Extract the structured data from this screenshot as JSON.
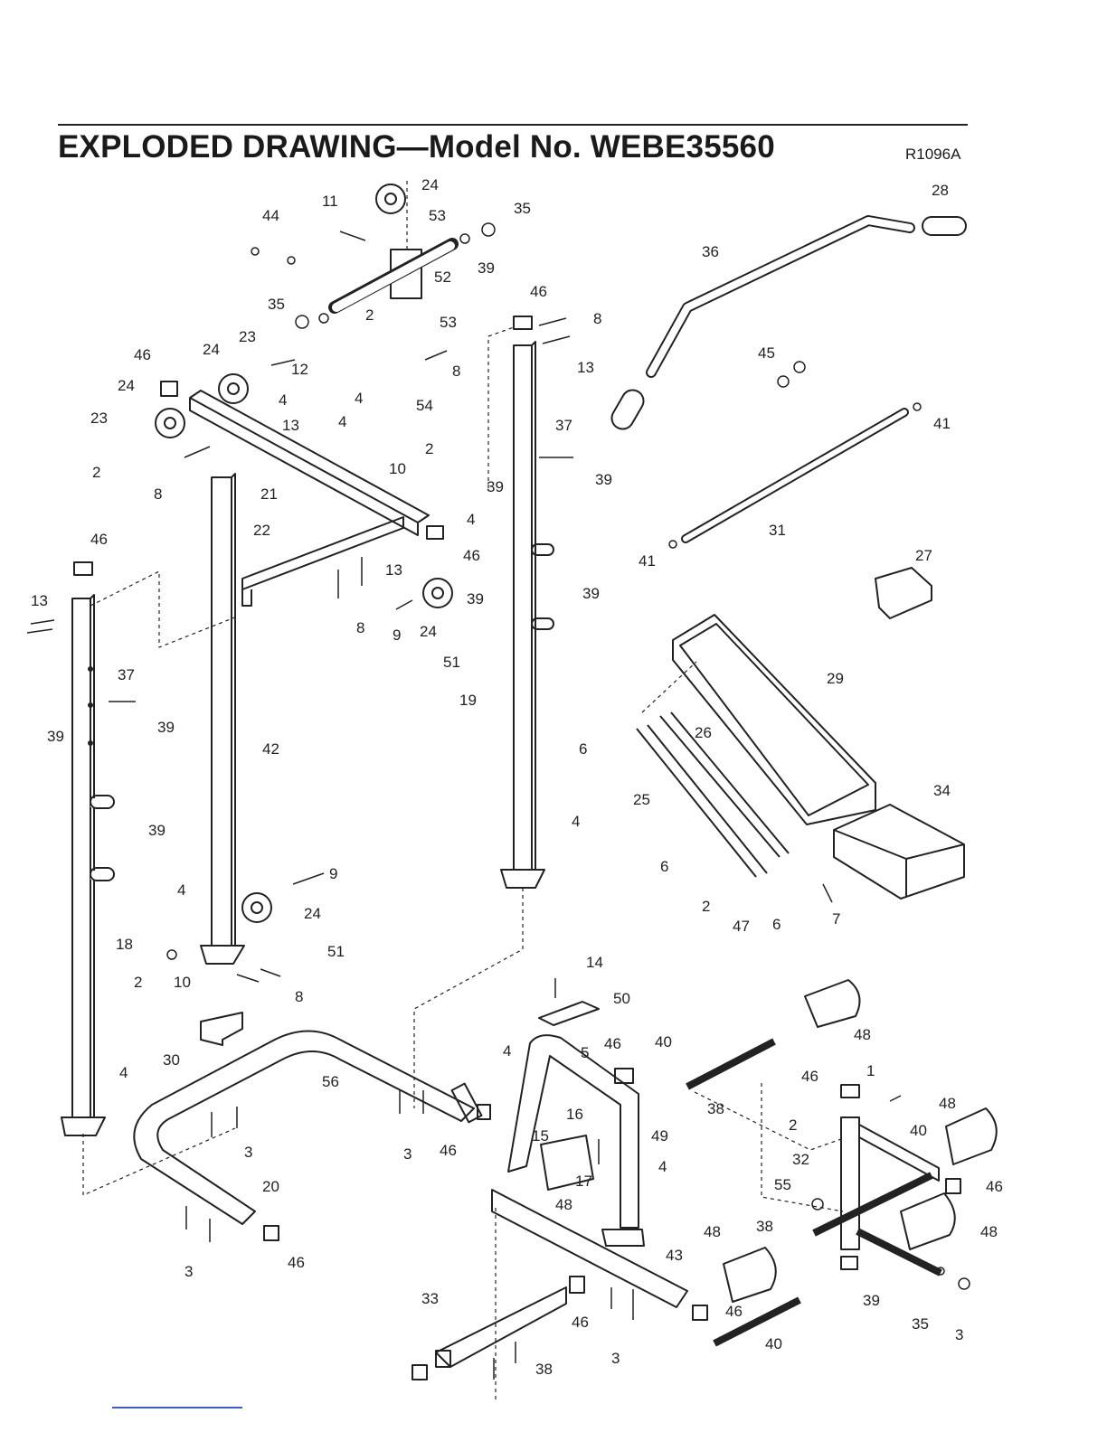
{
  "header": {
    "title": "EXPLODED DRAWING—Model No. WEBE35560",
    "revision": "R1096A"
  },
  "colors": {
    "line": "#222222",
    "background": "#ffffff",
    "footer_line": "#3a5fc0"
  },
  "callouts": [
    "44",
    "11",
    "24",
    "53",
    "35",
    "28",
    "36",
    "52",
    "39",
    "35",
    "2",
    "53",
    "46",
    "8",
    "13",
    "23",
    "24",
    "12",
    "46",
    "8",
    "4",
    "54",
    "45",
    "24",
    "4",
    "13",
    "23",
    "2",
    "8",
    "21",
    "10",
    "2",
    "4",
    "37",
    "39",
    "39",
    "41",
    "46",
    "22",
    "13",
    "4",
    "31",
    "41",
    "27",
    "46",
    "13",
    "8",
    "9",
    "24",
    "51",
    "39",
    "39",
    "37",
    "39",
    "29",
    "39",
    "42",
    "19",
    "26",
    "6",
    "25",
    "34",
    "39",
    "6",
    "2",
    "47",
    "6",
    "7",
    "9",
    "4",
    "24",
    "18",
    "4",
    "51",
    "2",
    "10",
    "8",
    "14",
    "50",
    "30",
    "40",
    "48",
    "56",
    "5",
    "4",
    "46",
    "4",
    "16",
    "15",
    "49",
    "46",
    "1",
    "48",
    "38",
    "40",
    "3",
    "46",
    "3",
    "2",
    "32",
    "17",
    "48",
    "4",
    "20",
    "55",
    "46",
    "38",
    "48",
    "48",
    "43",
    "3",
    "46",
    "33",
    "46",
    "46",
    "39",
    "35",
    "3",
    "3",
    "38",
    "40"
  ]
}
